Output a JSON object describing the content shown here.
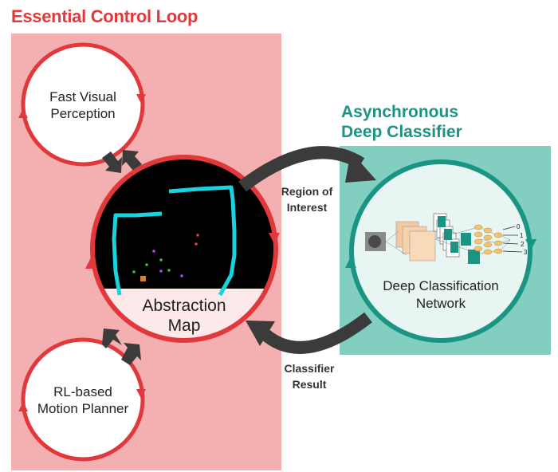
{
  "titles": {
    "left": "Essential Control Loop",
    "right_line1": "Asynchronous",
    "right_line2": "Deep Classifier"
  },
  "nodes": {
    "perception": {
      "line1": "Fast Visual",
      "line2": "Perception"
    },
    "planner": {
      "line1": "RL-based",
      "line2": "Motion Planner"
    },
    "abstraction": {
      "line1": "Abstraction",
      "line2": "Map"
    },
    "classifier": {
      "line1": "Deep Classification",
      "line2": "Network"
    }
  },
  "arrows": {
    "roi_line1": "Region of",
    "roi_line2": "Interest",
    "result_line1": "Classifier",
    "result_line2": "Result"
  },
  "network_outputs": [
    "0",
    "1",
    "2",
    "3"
  ],
  "colors": {
    "red": "#e0383b",
    "red_panel": "#f4b0b1",
    "teal": "#1a9483",
    "teal_panel": "#82cfc2",
    "arrow_dark": "#3b3b3b",
    "map_path": "#19d3de"
  }
}
